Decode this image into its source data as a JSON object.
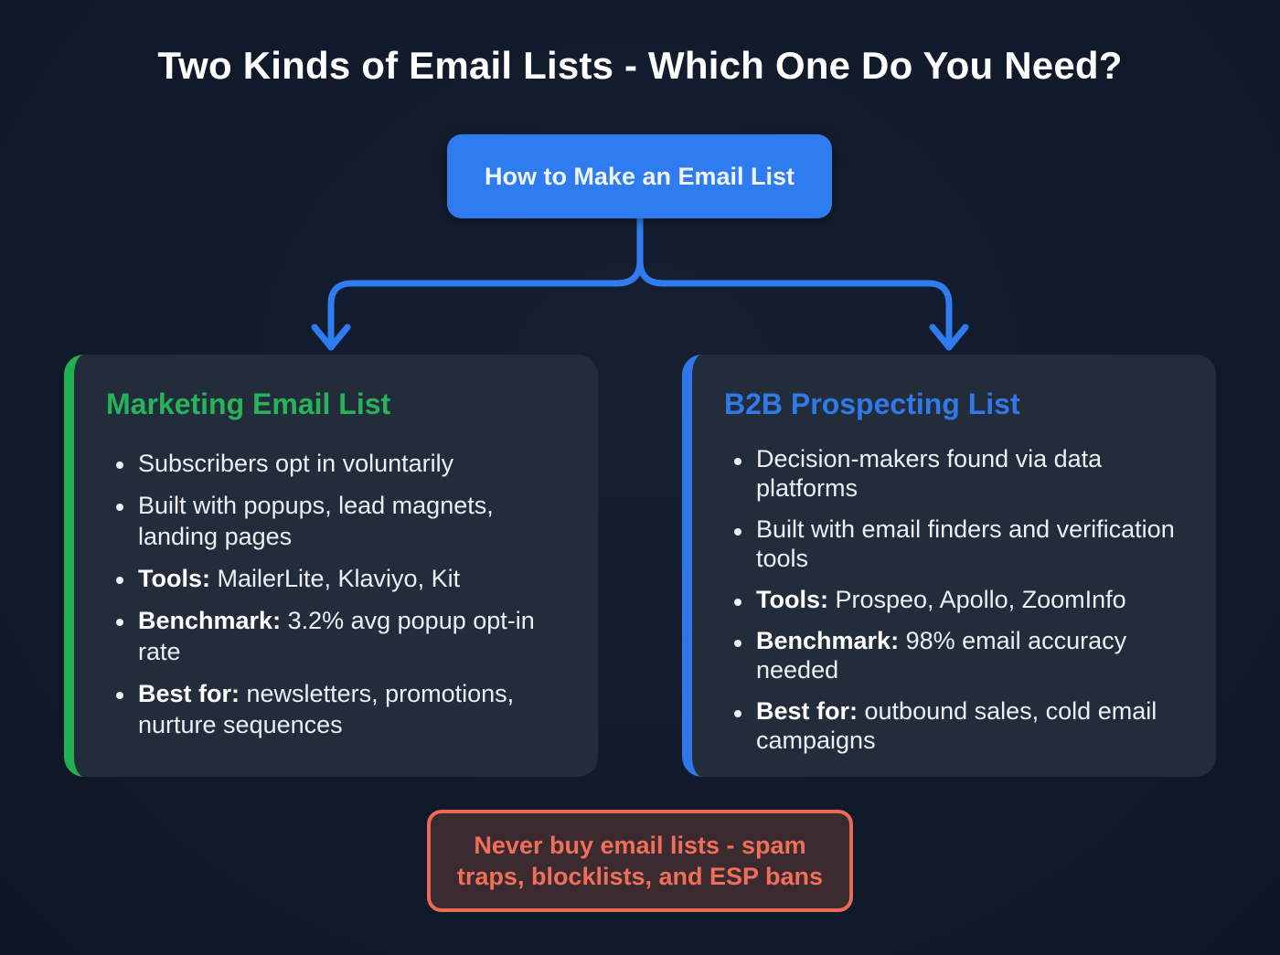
{
  "title": "Two Kinds of Email Lists - Which One Do You Need?",
  "root_node": {
    "label": "How to Make an Email List",
    "color": "#2f7cf0"
  },
  "cards": [
    {
      "title": "Marketing Email List",
      "accent": "#22b152",
      "items": [
        {
          "bold": "",
          "text": "Subscribers opt in voluntarily"
        },
        {
          "bold": "",
          "text": "Built with popups, lead magnets, landing pages"
        },
        {
          "bold": "Tools:",
          "text": " MailerLite, Klaviyo, Kit"
        },
        {
          "bold": "Benchmark:",
          "text": " 3.2% avg popup opt-in rate"
        },
        {
          "bold": "Best for:",
          "text": " newsletters, promotions, nurture sequences"
        }
      ]
    },
    {
      "title": "B2B Prospecting List",
      "accent": "#2f76e8",
      "items": [
        {
          "bold": "",
          "text": "Decision-makers found via data platforms"
        },
        {
          "bold": "",
          "text": "Built with email finders and verification tools"
        },
        {
          "bold": "Tools:",
          "text": " Prospeo, Apollo, ZoomInfo"
        },
        {
          "bold": "Benchmark:",
          "text": " 98% email accuracy needed"
        },
        {
          "bold": "Best for:",
          "text": " outbound sales, cold email campaigns"
        }
      ]
    }
  ],
  "warning": {
    "text": "Never buy email lists - spam traps, blocklists, and ESP bans",
    "color": "#ea6a55"
  }
}
